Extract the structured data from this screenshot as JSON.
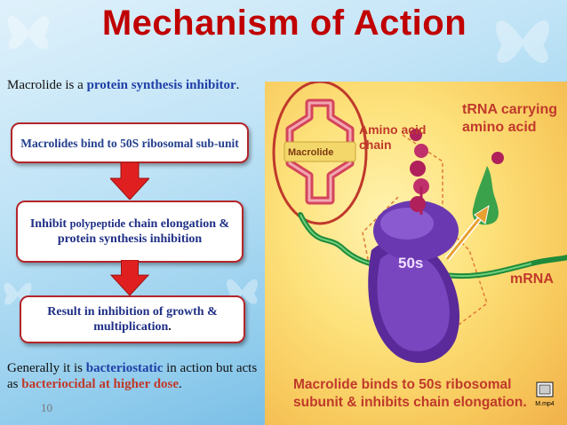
{
  "slide": {
    "title": "Mechanism of Action",
    "intro": {
      "prefix": "Macrolide is a ",
      "highlight": "protein synthesis inhibitor",
      "suffix": "."
    },
    "steps": [
      {
        "label": "Macrolides bind to 50S ribosomal sub-unit"
      },
      {
        "label_part1": "Inhibit ",
        "label_part2": "polypeptide",
        "label_part3": " chain elongation & protein synthesis inhibition"
      },
      {
        "label": "Result in inhibition of growth & multiplication",
        "suffix": "."
      }
    ],
    "footer": {
      "p1": "Generally it is ",
      "h1": "bacteriostatic",
      "p2": " in action but acts as ",
      "h2": "bacteriocidal at higher dose",
      "p3": "."
    },
    "page_number": "10"
  },
  "figure": {
    "macrolide_label": "Macrolide",
    "amino_label": "Amino acid chain",
    "trna_label": "tRNA carrying amino acid",
    "subunit_label": "50s",
    "mrna_label": "mRNA",
    "caption": "Macrolide binds to 50s ribosomal subunit & inhibits chain elongation.",
    "file_label": "M.mp4"
  },
  "colors": {
    "title": "#c00000",
    "highlight_blue": "#1f3fa6",
    "highlight_red": "#c0392b",
    "box_border": "#b3262b",
    "arrow": "#e02020"
  }
}
